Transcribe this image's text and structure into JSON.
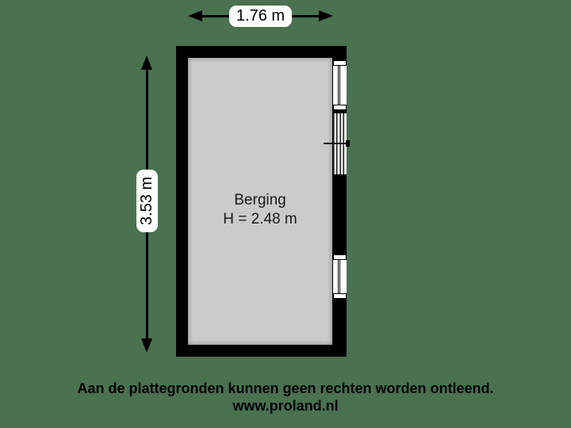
{
  "background_color": "#4a7150",
  "floorplan": {
    "room": {
      "name": "Berging",
      "ceiling_height_label": "H = 2.48 m"
    },
    "dimensions": {
      "width_label": "1.76 m",
      "height_label": "3.53 m"
    },
    "features": [
      {
        "name": "window-top",
        "type": "window",
        "wall": "right"
      },
      {
        "name": "door",
        "type": "door",
        "wall": "right"
      },
      {
        "name": "window-bottom",
        "type": "window",
        "wall": "right"
      }
    ],
    "colors": {
      "wall": "#000000",
      "floor": "#cbcbcb",
      "dimension_label_background": "#ffffff",
      "text": "#1a1a1a"
    }
  },
  "footer": {
    "disclaimer": "Aan de plattegronden kunnen geen rechten worden ontleend.",
    "website": "www.proland.nl"
  }
}
